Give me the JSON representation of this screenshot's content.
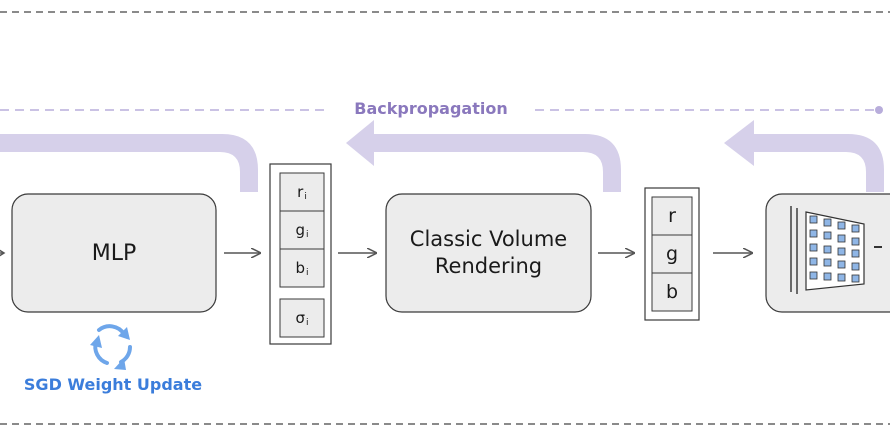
{
  "backpropagation_label": "Backpropagation",
  "sgd_label": "SGD Weight Update",
  "mlp_label": "MLP",
  "volume_rendering_label": [
    "Classic Volume",
    "Rendering"
  ],
  "mlp_outputs": [
    {
      "base": "r",
      "sub": "i"
    },
    {
      "base": "g",
      "sub": "i"
    },
    {
      "base": "b",
      "sub": "i"
    },
    {
      "base": "σ",
      "sub": "i"
    }
  ],
  "pixel_color": [
    "r",
    "g",
    "b"
  ],
  "icons": [
    "refresh-cycle-icon",
    "pixel-grid-image-icon"
  ],
  "colors": {
    "backprop_purple": "#d6d0ea",
    "backprop_text": "#8a78bd",
    "sgd_blue": "#3b7ddb",
    "box_fill": "#ececec"
  }
}
